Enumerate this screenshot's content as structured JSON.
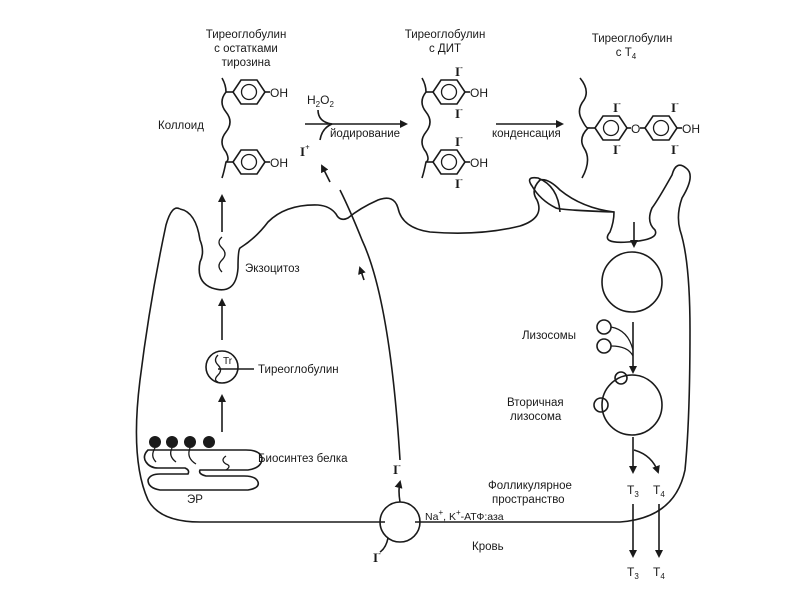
{
  "labels": {
    "tg_tyrosine": [
      "Тиреоглобулин",
      "с остатками",
      "тирозина"
    ],
    "tg_dit": [
      "Тиреоглобулин",
      "с ДИТ"
    ],
    "tg_t4_main": "Тиреоглобулин",
    "tg_t4_prefix": "с Т",
    "tg_t4_sub": "4",
    "colloid": "Коллоид",
    "h2o2_h": "H",
    "h2o2_2a": "2",
    "h2o2_o": "O",
    "h2o2_2b": "2",
    "iodination": "йодирование",
    "condensation": "конденсация",
    "iodine_plus_I": "I",
    "iodine_plus_sign": "+",
    "exocytosis": "Экзоцитоз",
    "thyroglobulin": "Тиреоглобулин",
    "tg_abbrev": "Tr",
    "protein_biosynthesis": "Биосинтез белка",
    "er": "ЭР",
    "lysosomes": "Лизосомы",
    "secondary_lysosome": [
      "Вторичная",
      "лизосома"
    ],
    "follicular_space": [
      "Фолликулярное",
      "пространство"
    ],
    "atpase": "Na",
    "atpase_sup1": "+",
    "atpase_mid": ", K",
    "atpase_sup2": "+",
    "atpase_end": "-АТФ:аза",
    "blood": "Кровь",
    "oh": "OH",
    "o": "O",
    "iodide_I": "I",
    "iodide_minus": "-",
    "t_letter": "T",
    "t3_sub": "3",
    "t4_sub": "4"
  }
}
